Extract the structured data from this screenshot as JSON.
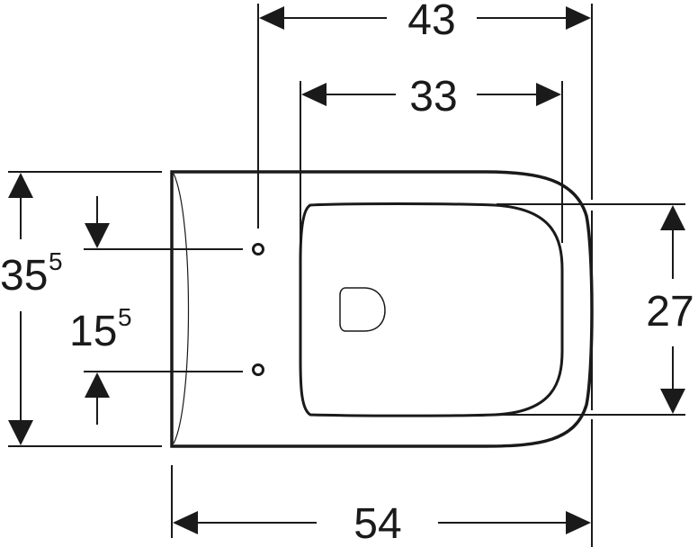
{
  "diagram": {
    "subject": "wall-hung toilet top view",
    "colors": {
      "line": "#1a1a1a",
      "background": "#ffffff"
    },
    "dimensions": {
      "overall_depth": {
        "value": "54",
        "orientation": "horizontal",
        "position": "bottom"
      },
      "fixing_to_front": {
        "value": "43",
        "orientation": "horizontal",
        "position": "top"
      },
      "bowl_opening_length": {
        "value": "33",
        "orientation": "horizontal",
        "position": "top-inner"
      },
      "overall_width": {
        "main": "35",
        "superscript": "5",
        "orientation": "vertical",
        "position": "left"
      },
      "fixing_hole_spacing": {
        "main": "15",
        "superscript": "5",
        "orientation": "vertical",
        "position": "left-inner"
      },
      "bowl_opening_width": {
        "value": "27",
        "orientation": "vertical",
        "position": "right"
      }
    }
  }
}
